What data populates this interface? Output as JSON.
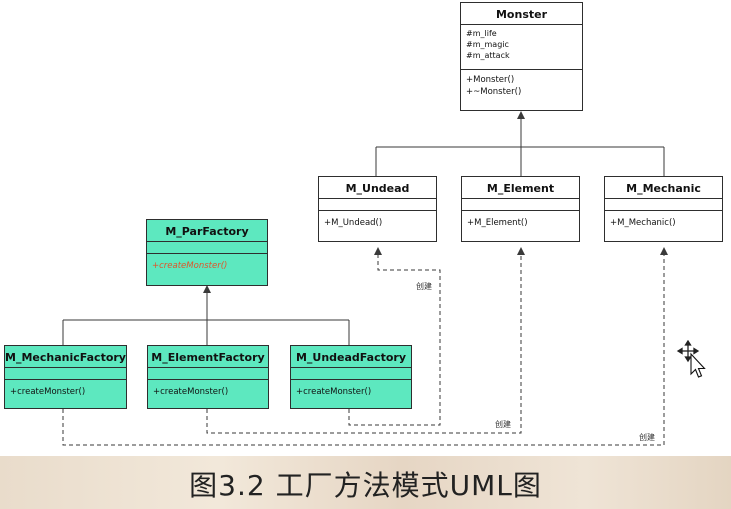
{
  "classes": {
    "monster": {
      "name": "Monster",
      "attributes": [
        "#m_life",
        "#m_magic",
        "#m_attack"
      ],
      "operations": [
        "+Monster()",
        "+~Monster()"
      ]
    },
    "undead": {
      "name": "M_Undead",
      "operations": [
        "+M_Undead()"
      ]
    },
    "element": {
      "name": "M_Element",
      "operations": [
        "+M_Element()"
      ]
    },
    "mechanic": {
      "name": "M_Mechanic",
      "operations": [
        "+M_Mechanic()"
      ]
    },
    "parfactory": {
      "name": "M_ParFactory",
      "operations": [
        "+createMonster()"
      ]
    },
    "mechanic_factory": {
      "name": "M_MechanicFactory",
      "operations": [
        "+createMonster()"
      ]
    },
    "element_factory": {
      "name": "M_ElementFactory",
      "operations": [
        "+createMonster()"
      ]
    },
    "undead_factory": {
      "name": "M_UndeadFactory",
      "operations": [
        "+createMonster()"
      ]
    }
  },
  "dependency_labels": [
    "创建",
    "创建",
    "创建"
  ],
  "caption": "图3.2  工厂方法模式UML图",
  "colors": {
    "factory_fill": "#5de8bf",
    "abstract_op": "#e0542a",
    "line": "#3a3a3a"
  },
  "cursor_icon": "move-cursor-icon"
}
